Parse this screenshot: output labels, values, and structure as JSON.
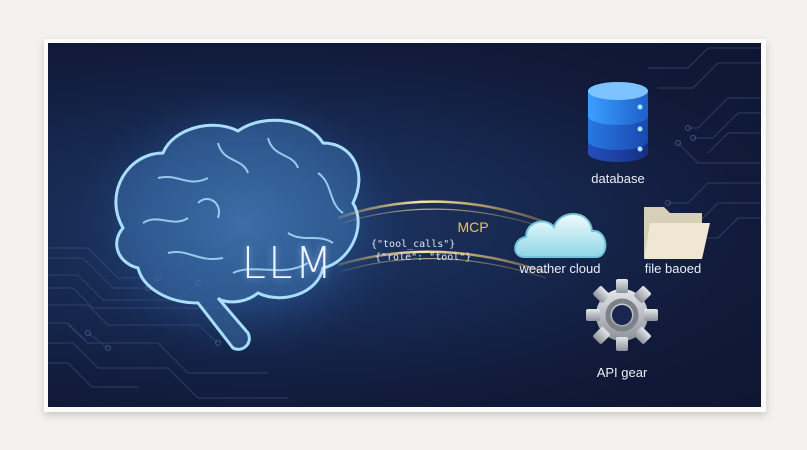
{
  "diagram": {
    "center_node": {
      "label": "LLM",
      "icon": "brain-icon"
    },
    "connection": {
      "label": "MCP",
      "code_lines": [
        "{\"tool_calls\"}",
        "{\"role\": \"tool\"}"
      ]
    },
    "tools": [
      {
        "label": "database",
        "icon": "database-icon"
      },
      {
        "label": "weather cloud",
        "icon": "cloud-icon"
      },
      {
        "label": "file baoed",
        "icon": "folder-icon"
      },
      {
        "label": "API gear",
        "icon": "gear-icon"
      }
    ]
  },
  "colors": {
    "background": "#0f1633",
    "glow": "#8fd3ff",
    "connection": "#f1c15a",
    "database": "#2a7be0",
    "cloud": "#bfeef2",
    "folder": "#efe7d3",
    "gear": "#b8bcc2"
  }
}
